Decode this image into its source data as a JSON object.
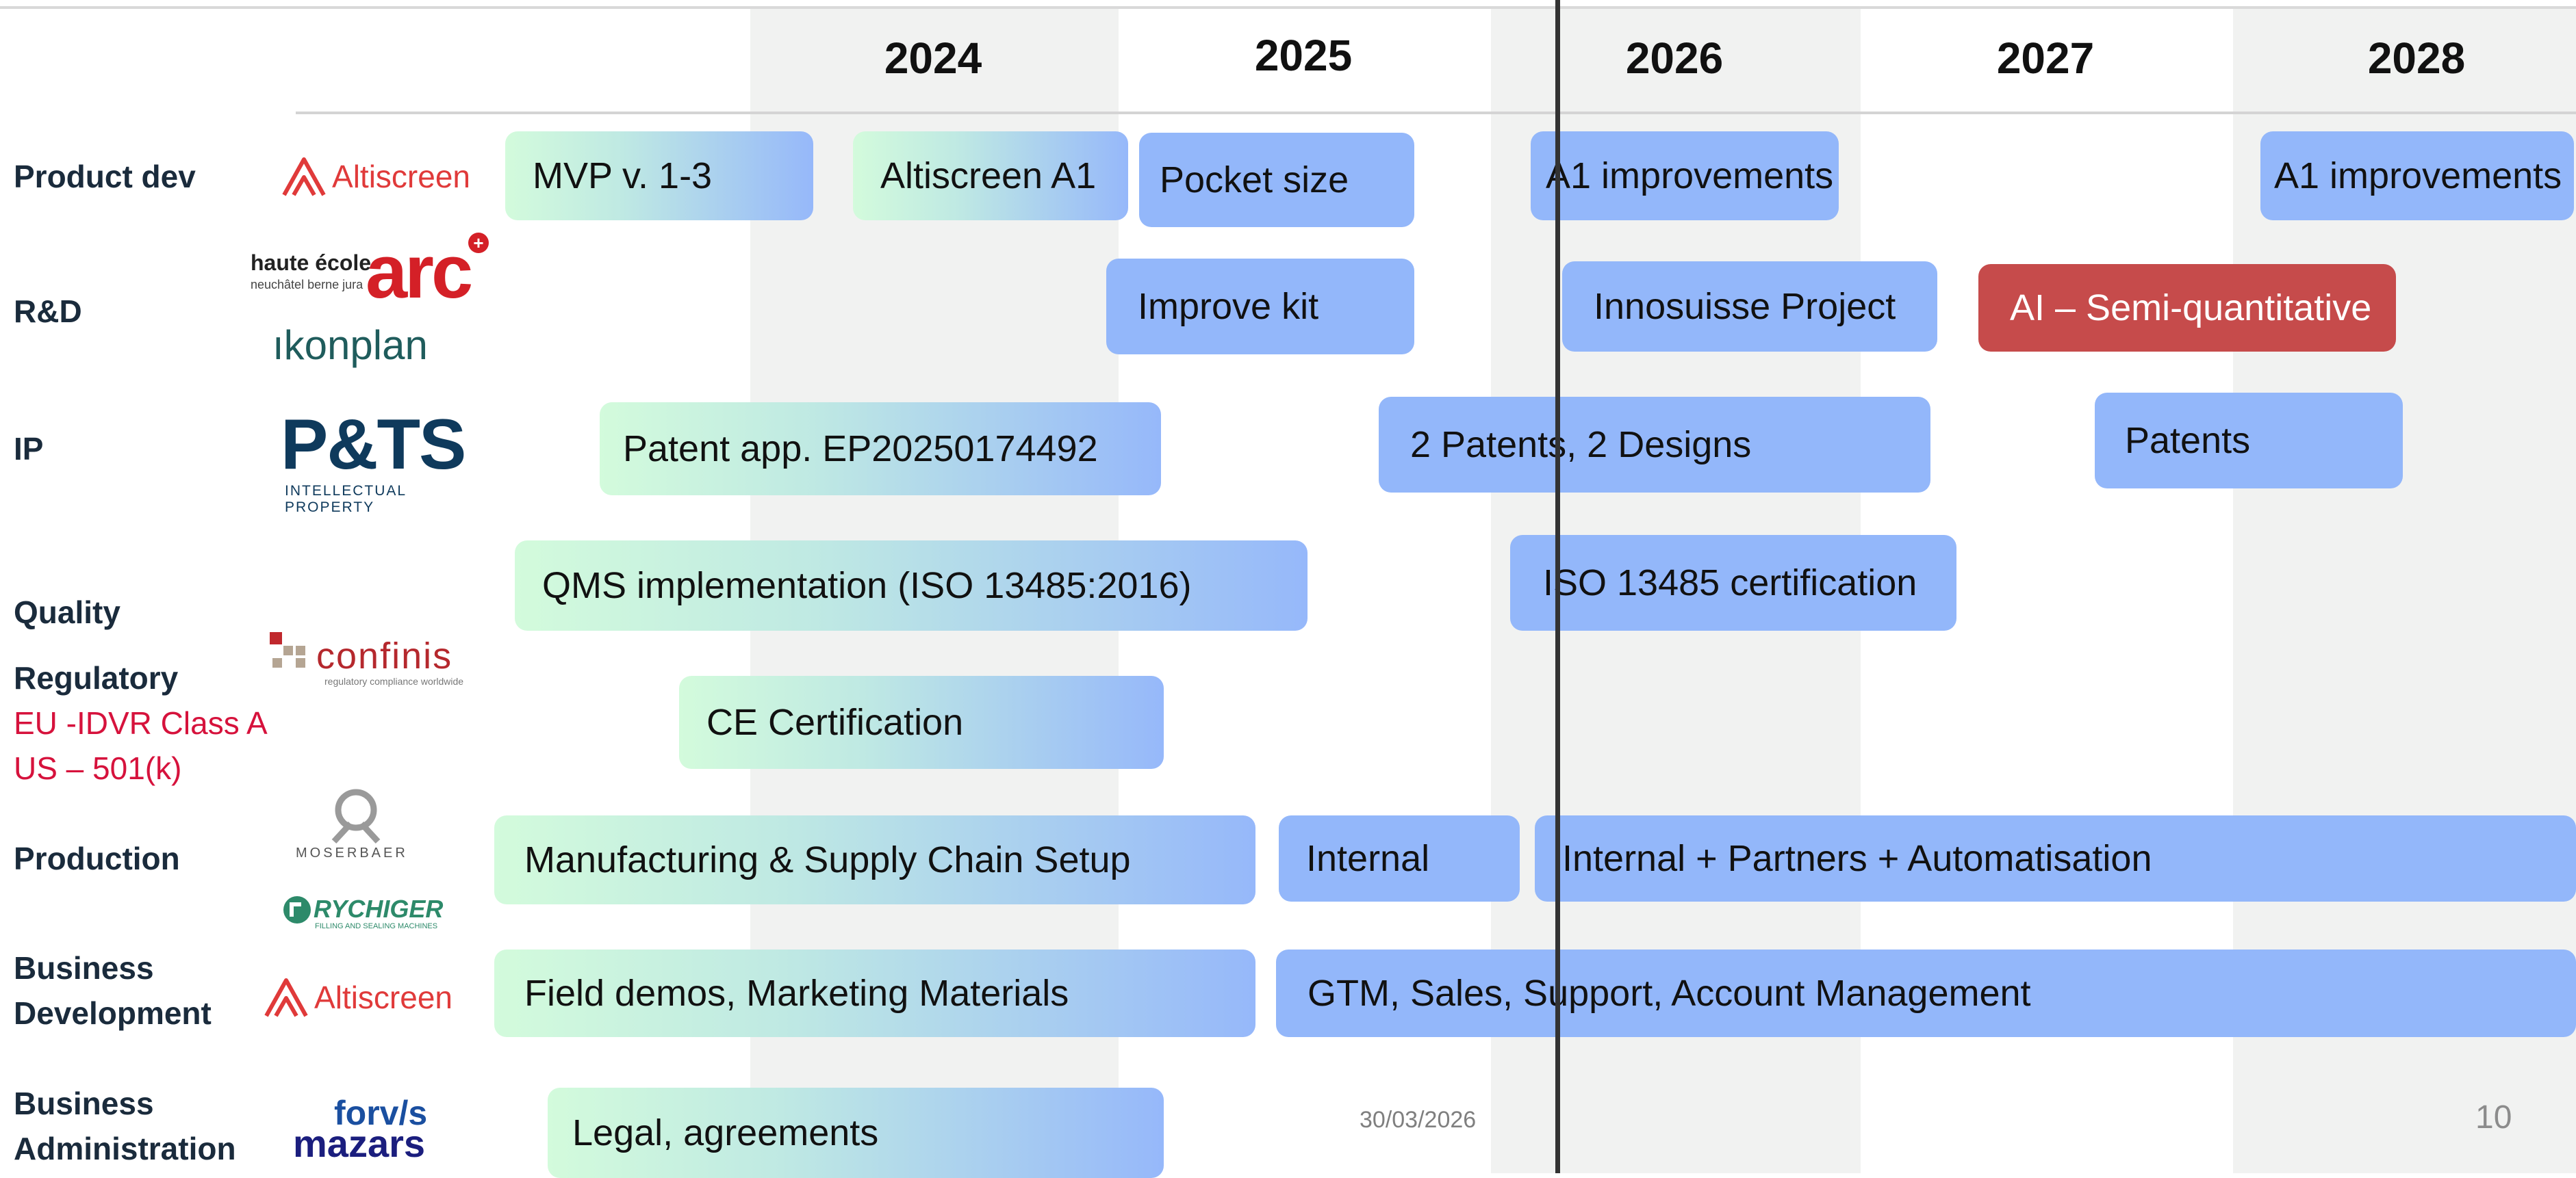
{
  "years": [
    "2024",
    "2025",
    "2026",
    "2027",
    "2028"
  ],
  "rows": {
    "product_dev": "Product dev",
    "rnd": "R&D",
    "ip": "IP",
    "quality": "Quality",
    "regulatory": "Regulatory",
    "regulatory_eu": "EU -IDVR Class A",
    "regulatory_us": "US – 501(k)",
    "production": "Production",
    "bizdev_1": "Business",
    "bizdev_2": "Development",
    "bizadmin_1": "Business",
    "bizadmin_2": "Administration"
  },
  "logos": {
    "altiscreen": "Altiscreen",
    "haute_ecole_1": "haute école",
    "haute_ecole_2": "neuchâtel berne jura",
    "arc": "arc",
    "ikonplan": "ıkonplan",
    "pts": "P&TS",
    "pts_sub": "INTELLECTUAL PROPERTY",
    "confinis": "confinis",
    "confinis_sub": "regulatory compliance worldwide",
    "moserbaer": "MOSERBAER",
    "rychiger": "RYCHIGER",
    "rychiger_sub": "FILLING AND SEALING MACHINES",
    "forvis": "forv/s",
    "mazars": "mazars"
  },
  "bars": {
    "mvp": "MVP v. 1-3",
    "altiscreen_a1": "Altiscreen A1",
    "pocket_size": "Pocket size",
    "a1_improvements_1": "A1 improvements",
    "a1_improvements_2": "A1 improvements",
    "improve_kit": "Improve kit",
    "innosuisse": "Innosuisse Project",
    "ai_semi": "AI – Semi-quantitative",
    "patent_app": "Patent app. EP20250174492",
    "patents_designs": "2 Patents, 2 Designs",
    "patents": "Patents",
    "qms": "QMS implementation (ISO 13485:2016)",
    "iso_cert": "ISO 13485 certification",
    "ce_cert": "CE Certification",
    "manufacturing": "Manufacturing & Supply Chain Setup",
    "internal": "Internal",
    "internal_partners": "Internal + Partners + Automatisation",
    "field_demos": "Field demos, Marketing Materials",
    "gtm": "GTM, Sales, Support, Account Management",
    "legal": "Legal, agreements"
  },
  "footer": {
    "date": "30/03/2026",
    "page": "10"
  },
  "colors": {
    "bar_blue": "#93b7fa",
    "bar_green_start": "#d3fbdc",
    "bar_red": "#c64b4b",
    "label_red": "#d6123c",
    "altiscreen_red": "#e03a3a",
    "pts_navy": "#0f3a5c",
    "mazars_navy": "#1b1e7e"
  }
}
